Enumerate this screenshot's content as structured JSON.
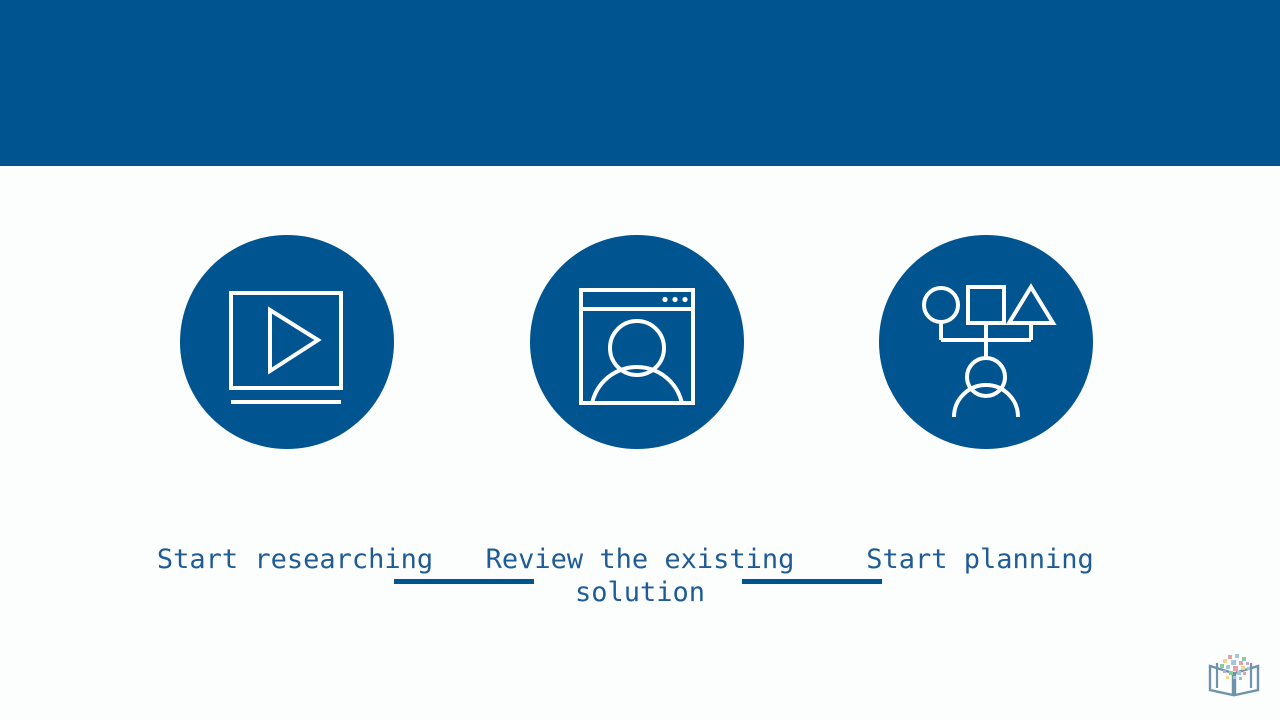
{
  "slide": {
    "background_color": "#fcfdfd",
    "banner_color": "#00548f",
    "accent_color": "#00548f",
    "caption_color": "#1f5c96",
    "icon_stroke_color": "#ffffff"
  },
  "banner": {
    "title": ""
  },
  "process": {
    "steps": [
      {
        "id": "step-1",
        "icon": "video-play-screen-icon",
        "caption": "Start researching"
      },
      {
        "id": "step-2",
        "icon": "browser-window-user-icon",
        "caption": "Review the existing\nsolution"
      },
      {
        "id": "step-3",
        "icon": "org-chart-planning-icon",
        "caption": "Start planning"
      }
    ],
    "connectors": [
      {
        "id": "connector-1",
        "from": "step-1",
        "to": "step-2"
      },
      {
        "id": "connector-2",
        "from": "step-2",
        "to": "step-3"
      }
    ]
  },
  "logo": {
    "name": "open-book-logo",
    "book_color": "#6e93ab",
    "dot_colors": [
      "#e8a0a8",
      "#8fc9a0",
      "#9fc9e0",
      "#f0d68a",
      "#c7a8d4"
    ]
  }
}
